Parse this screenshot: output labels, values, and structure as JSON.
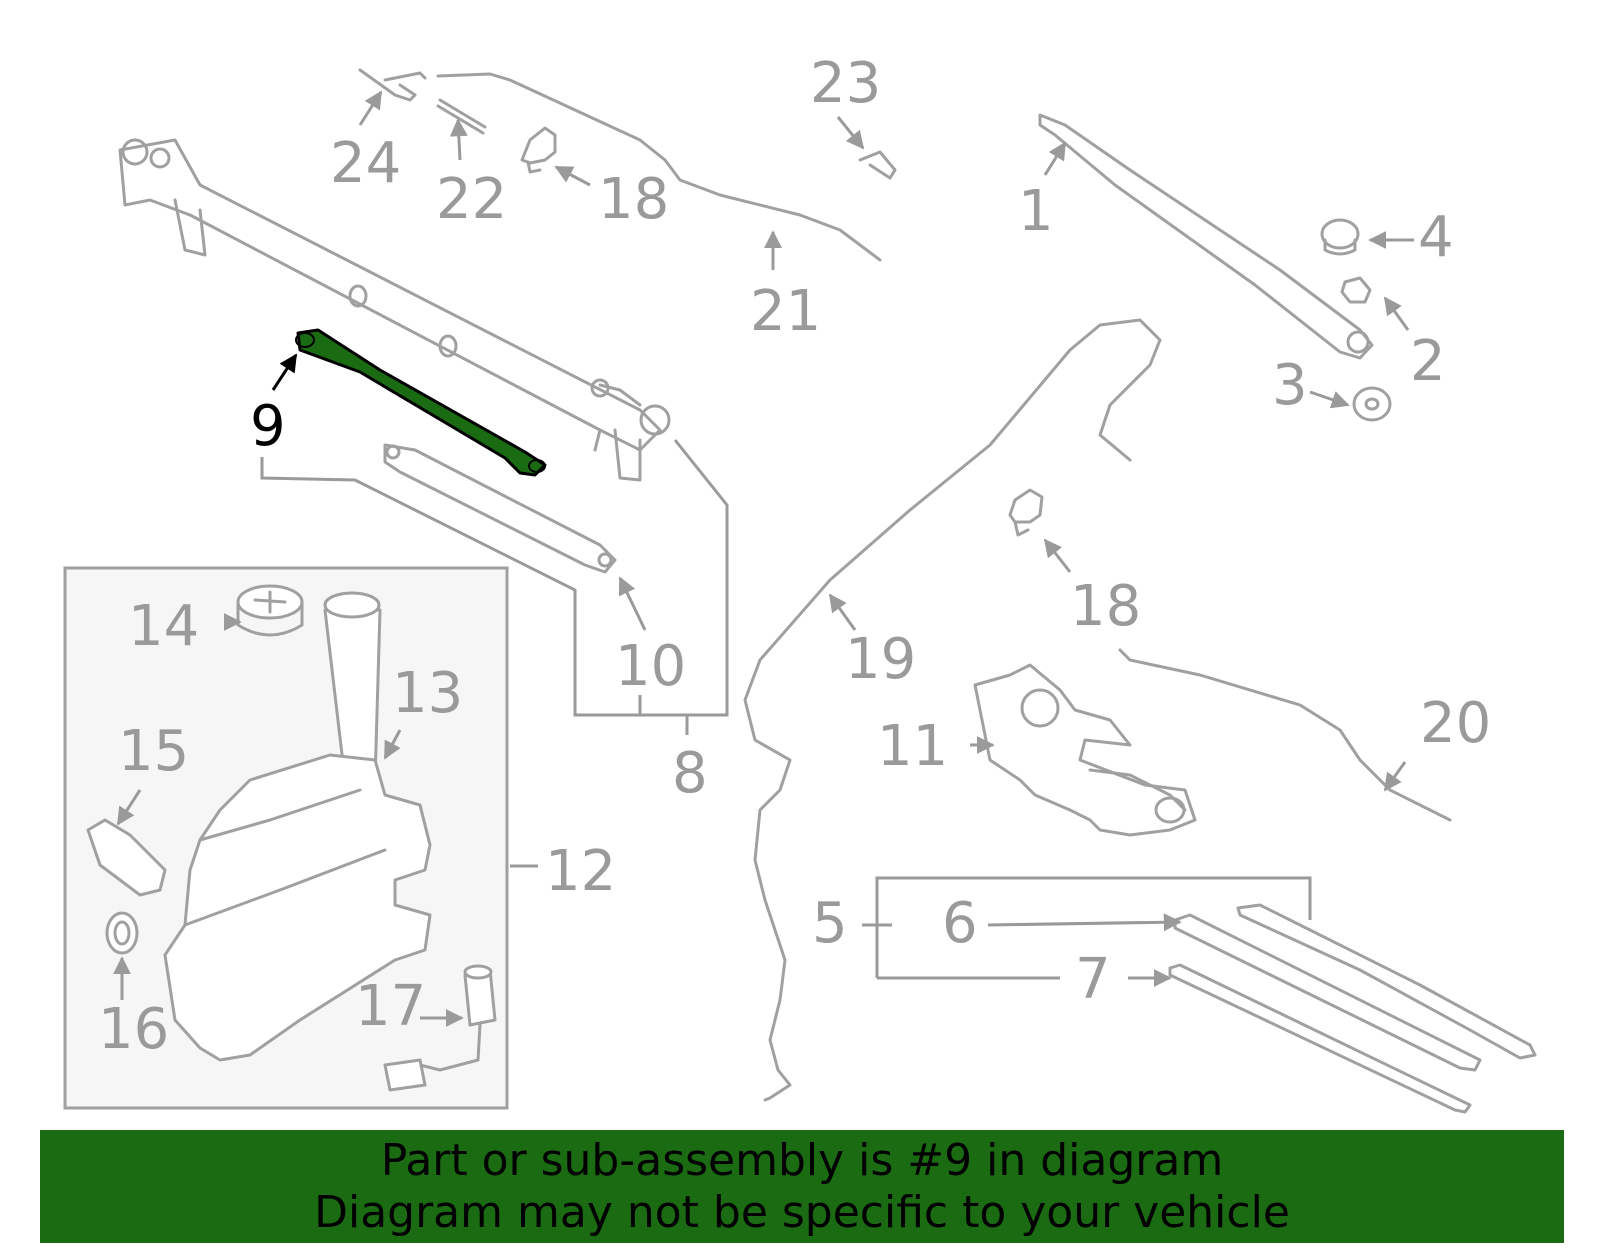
{
  "colors": {
    "highlight": "#1a6b12",
    "line": "#a0a0a0",
    "banner_bg": "#1a6b12",
    "banner_text": "#000000",
    "panel_bg": "#f6f6f6"
  },
  "highlighted_part": "9",
  "callouts": {
    "p1": "1",
    "p2": "2",
    "p3": "3",
    "p4": "4",
    "p5": "5",
    "p6": "6",
    "p7": "7",
    "p8": "8",
    "p9": "9",
    "p10": "10",
    "p11": "11",
    "p12": "12",
    "p13": "13",
    "p14": "14",
    "p15": "15",
    "p16": "16",
    "p17": "17",
    "p18a": "18",
    "p18b": "18",
    "p19": "19",
    "p20": "20",
    "p21": "21",
    "p22": "22",
    "p23": "23",
    "p24": "24"
  },
  "banner": {
    "line1": "Part or sub-assembly is #9 in diagram",
    "line2": "Diagram may not be specific to your vehicle"
  }
}
